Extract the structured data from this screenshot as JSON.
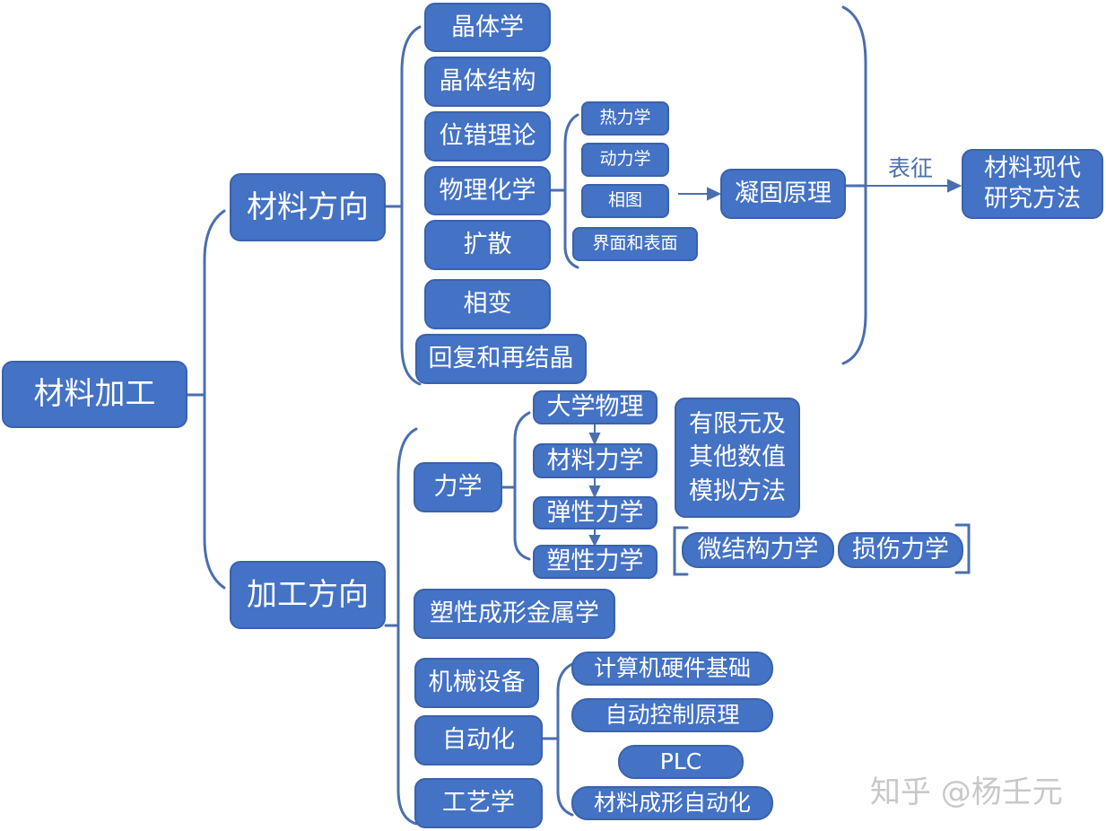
{
  "root": "材料加工",
  "branches": {
    "materials": "材料方向",
    "processing": "加工方向"
  },
  "materials_items": [
    "晶体学",
    "晶体结构",
    "位错理论",
    "物理化学",
    "扩散",
    "相变",
    "回复和再结晶"
  ],
  "physchem_items": [
    "热力学",
    "动力学",
    "相图",
    "界面和表面"
  ],
  "solidification": "凝固原理",
  "edge_label": "表征",
  "modern_methods": "材料现代\n研究方法",
  "mechanics": "力学",
  "mechanics_chain": [
    "大学物理",
    "材料力学",
    "弹性力学",
    "塑性力学"
  ],
  "numerical_methods": "有限元及\n其他数值\n模拟方法",
  "micro_mechanics": "微结构力学",
  "damage_mechanics": "损伤力学",
  "plastic_forming": "塑性成形金属学",
  "machinery": "机械设备",
  "automation": "自动化",
  "process": "工艺学",
  "automation_items": [
    "计算机硬件基础",
    "自动控制原理",
    "PLC",
    "材料成形自动化"
  ],
  "watermark": "知乎 @杨壬元",
  "colors": {
    "node": "#4472c4",
    "line": "#4a6fae",
    "text": "#ffffff"
  }
}
